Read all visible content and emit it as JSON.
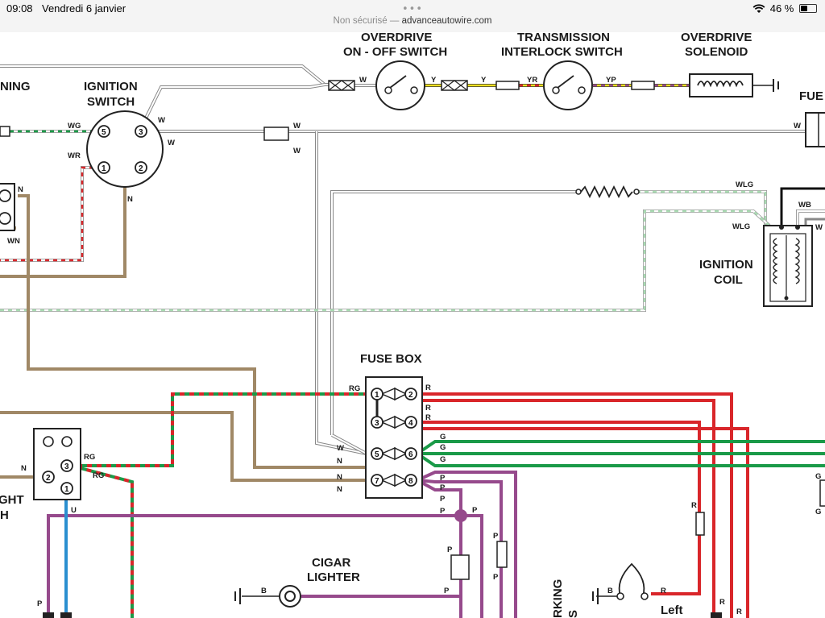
{
  "status_bar": {
    "time": "09:08",
    "date": "Vendredi 6 janvier",
    "security": "Non sécurisé — ",
    "host": "advanceautowire.com",
    "battery": "46 %",
    "battery_level": 0.46
  },
  "diagram": {
    "components": {
      "ignition_warning_partial": "NING",
      "ignition_switch": [
        "IGNITION",
        "SWITCH"
      ],
      "overdrive_switch": [
        "OVERDRIVE",
        "ON - OFF SWITCH"
      ],
      "transmission_switch": [
        "TRANSMISSION",
        "INTERLOCK SWITCH"
      ],
      "overdrive_solenoid": [
        "OVERDRIVE",
        "SOLENOID"
      ],
      "fuel_partial": "FUE",
      "ignition_coil": [
        "IGNITION",
        "COIL"
      ],
      "fuse_box": "FUSE BOX",
      "light_switch_partial": [
        "GHT",
        "H"
      ],
      "cigar_lighter": [
        "CIGAR",
        "LIGHTER"
      ],
      "parking_partial": "RKING",
      "parking_partial2": "S",
      "left_lamp": "Left"
    },
    "wire_codes": {
      "W": "W",
      "Y": "Y",
      "YR": "YR",
      "YP": "YP",
      "WG": "WG",
      "WR": "WR",
      "N": "N",
      "WN": "WN",
      "WLG": "WLG",
      "WB": "WB",
      "RG": "RG",
      "R": "R",
      "G": "G",
      "P": "P",
      "U": "U",
      "B": "B"
    },
    "pins": {
      "ign_1": "1",
      "ign_2": "2",
      "ign_3": "3",
      "ign_5": "5",
      "fb_1": "1",
      "fb_2": "2",
      "fb_3": "3",
      "fb_4": "4",
      "fb_5": "5",
      "fb_6": "6",
      "fb_7": "7",
      "fb_8": "8",
      "ls_1": "1",
      "ls_2": "2",
      "ls_3": "3"
    },
    "colors": {
      "white": "#cfcfcf",
      "brown": "#a08866",
      "red": "#d9262a",
      "green": "#1a9a48",
      "purple": "#964a8c",
      "yellow": "#f0e020",
      "blue": "#2a8fd0",
      "light_green": "#a9dbb2"
    }
  }
}
